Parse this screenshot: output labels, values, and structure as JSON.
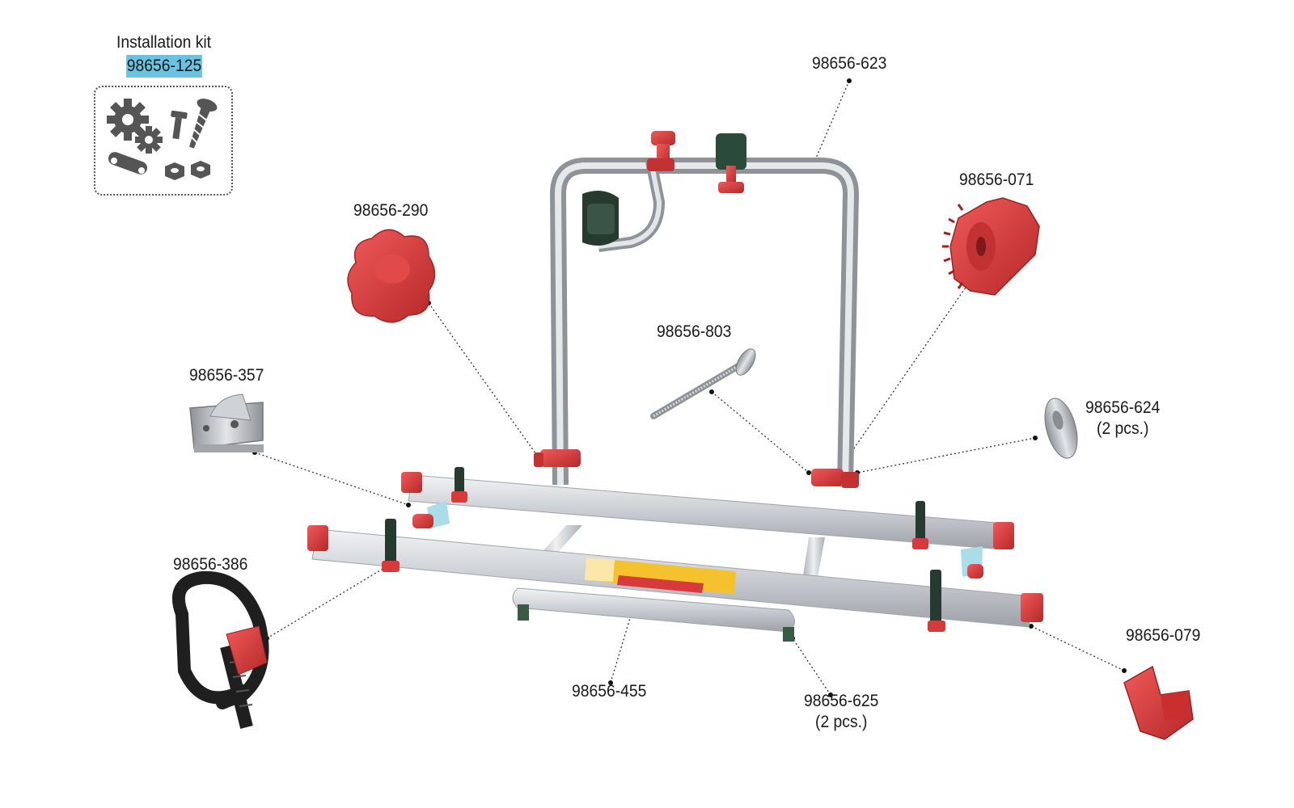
{
  "kit": {
    "title": "Installation kit",
    "code": "98656-125",
    "highlight_color": "#6cc3e0",
    "icons": [
      "gear-icon",
      "gear-icon",
      "screw-icon",
      "screw-icon",
      "chain-link-icon",
      "nut-icon",
      "nut-icon"
    ]
  },
  "parts": [
    {
      "id": "p623",
      "code": "98656-623"
    },
    {
      "id": "p071",
      "code": "98656-071"
    },
    {
      "id": "p290",
      "code": "98656-290"
    },
    {
      "id": "p803",
      "code": "98656-803"
    },
    {
      "id": "p357",
      "code": "98656-357"
    },
    {
      "id": "p624",
      "code": "98656-624",
      "qty": "(2 pcs.)"
    },
    {
      "id": "p386",
      "code": "98656-386"
    },
    {
      "id": "p079",
      "code": "98656-079"
    },
    {
      "id": "p455",
      "code": "98656-455"
    },
    {
      "id": "p625",
      "code": "98656-625",
      "qty": "(2 pcs.)"
    }
  ],
  "colors": {
    "part_red": "#d63a3a",
    "aluminium": "#d3d6da",
    "strap_black": "#222222",
    "plate_steel": "#b9bcc0"
  }
}
